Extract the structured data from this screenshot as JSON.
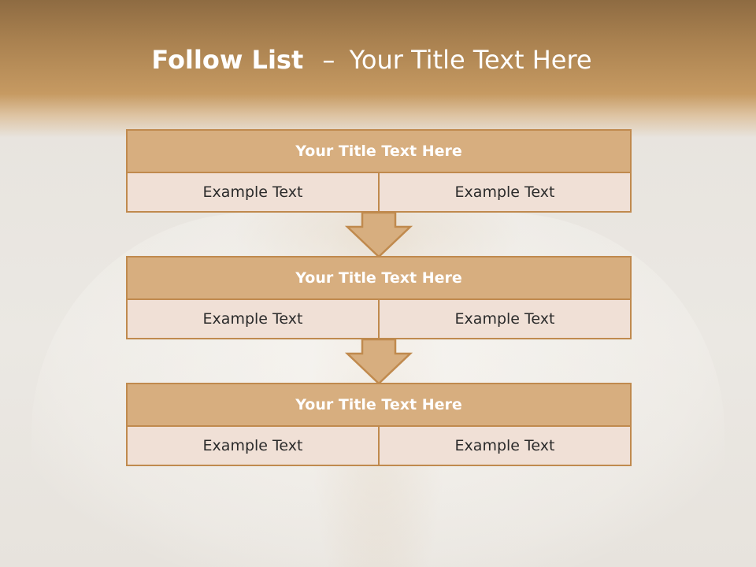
{
  "title": {
    "bold": "Follow List",
    "dash": "–",
    "rest": "Your Title Text Here"
  },
  "blocks": [
    {
      "title": "Your Title Text Here",
      "left": "Example Text",
      "right": "Example Text"
    },
    {
      "title": "Your Title Text Here",
      "left": "Example Text",
      "right": "Example Text"
    },
    {
      "title": "Your Title Text Here",
      "left": "Example Text",
      "right": "Example Text"
    }
  ],
  "colors": {
    "header_band": "#a8804f",
    "block_title_fill": "#d7ae7f",
    "block_cell_fill": "#f0e0d6",
    "border": "#c08a4e"
  },
  "icons": [
    "down-arrow-icon",
    "down-arrow-icon"
  ]
}
